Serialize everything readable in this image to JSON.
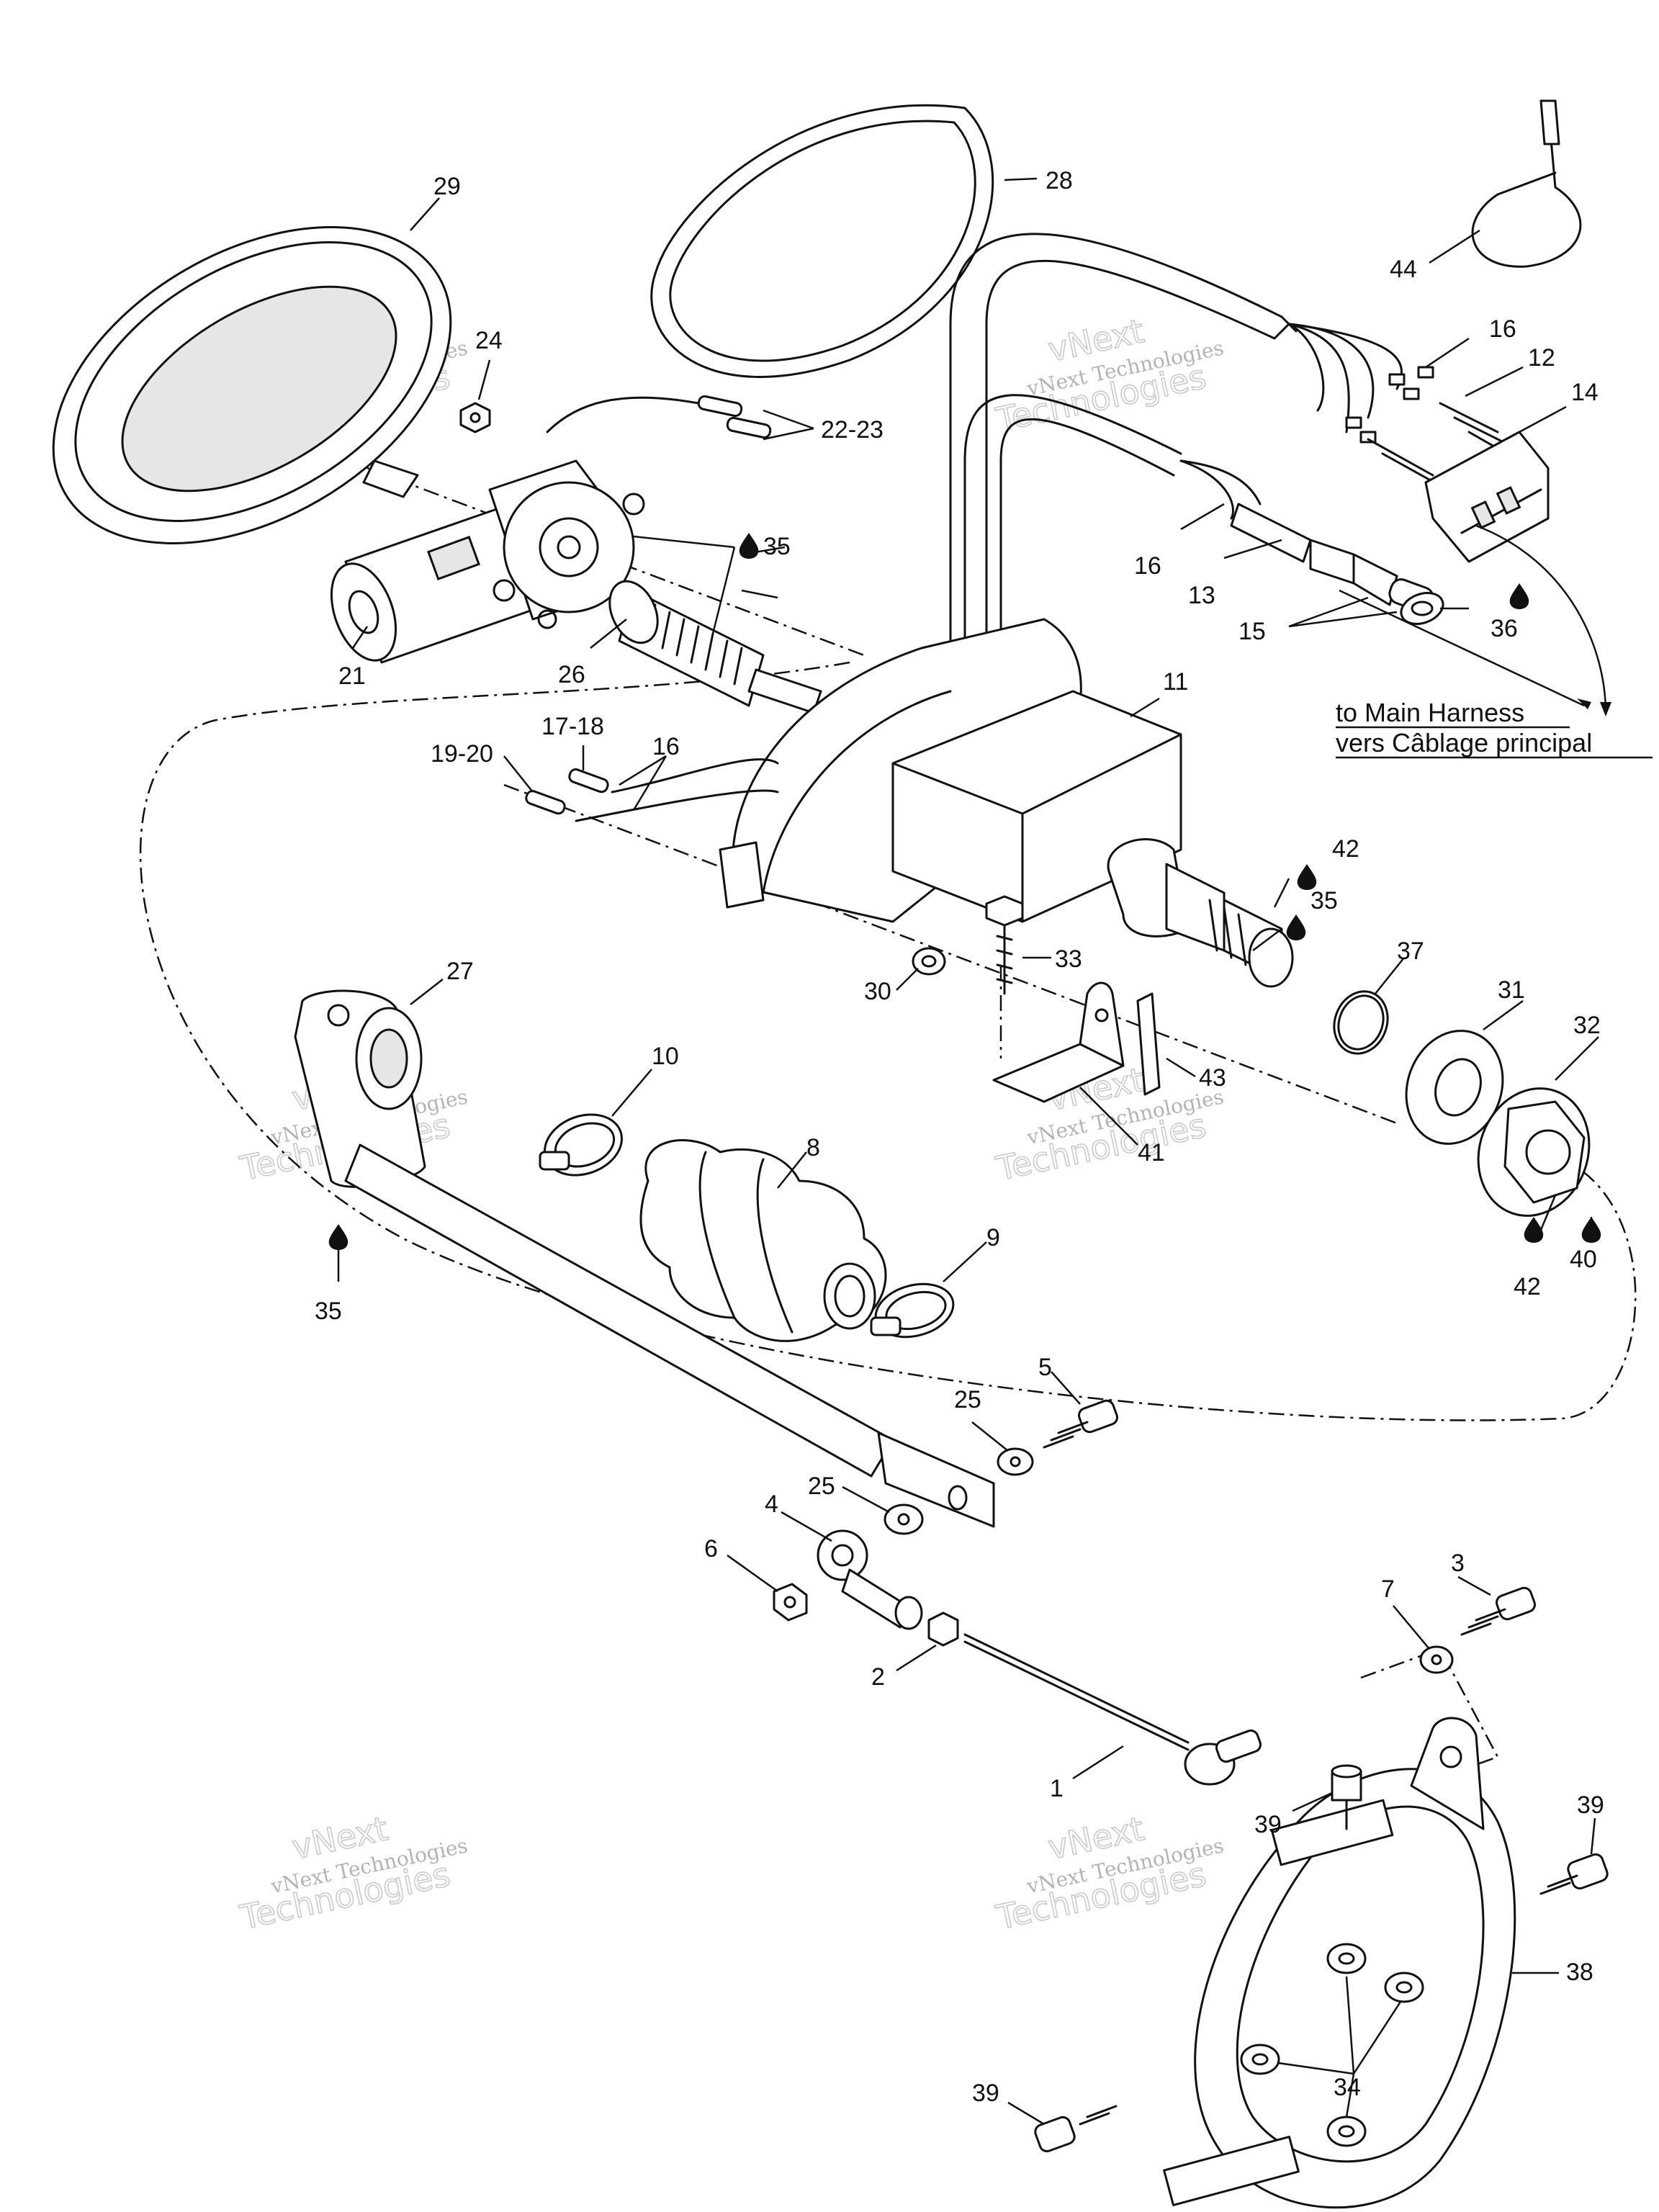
{
  "callouts": [
    "29",
    "24",
    "28",
    "44",
    "16",
    "12",
    "14",
    "22-23",
    "35",
    "16",
    "13",
    "15",
    "36",
    "21",
    "26",
    "11",
    "17-18",
    "16",
    "19-20",
    "42",
    "35",
    "33",
    "37",
    "27",
    "30",
    "31",
    "32",
    "10",
    "43",
    "8",
    "41",
    "35",
    "9",
    "42",
    "40",
    "5",
    "25",
    "25",
    "4",
    "6",
    "3",
    "7",
    "2",
    "1",
    "39",
    "39",
    "38",
    "34",
    "39"
  ],
  "harness_note": {
    "line_en": "to Main Harness",
    "line_fr": "vers Câblage principal"
  },
  "watermark": {
    "company": "vNext Technologies",
    "line1": "vNext",
    "line2": "Technologies"
  }
}
